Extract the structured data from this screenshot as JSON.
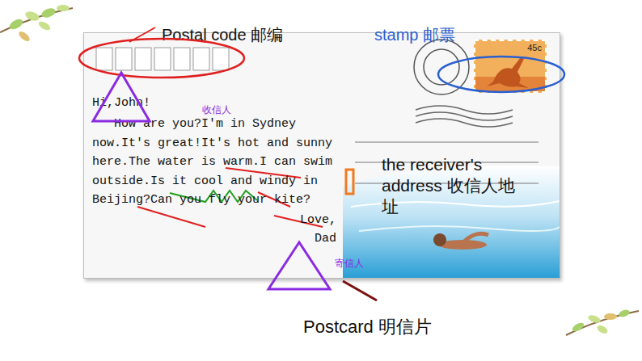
{
  "diagram": {
    "nodes": [
      {
        "text": [
          "Hi,John!",
          "How are you?I'm in Sydney now.It's great!It's hot and sunny here.The water is warm.I can swim outside.Is it cool and windy in Beijing?Can you fly your kite?",
          "Love, Dad",
          "the receiver's address 收信人地址"
        ]
      },
      {
        "text": [
          "45c"
        ],
        "in": 0
      }
    ],
    "labels": [
      "Postal code 邮编",
      "stamp 邮票",
      "收信人",
      "寄信人",
      "Postcard 明信片"
    ]
  }
}
